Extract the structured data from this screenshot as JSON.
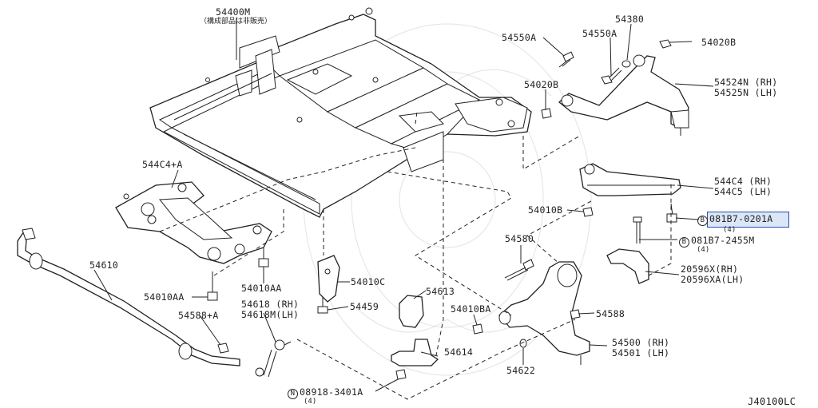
{
  "diagram_id": "J40100LC",
  "subtitle": "（構成部品は非販売）",
  "labels": {
    "l54400M": "54400M",
    "l54380": "54380",
    "l54550A_1": "54550A",
    "l54550A_2": "54550A",
    "l54020B_1": "54020B",
    "l54020B_2": "54020B",
    "l54524N": "54524N (RH)",
    "l54525N": "54525N (LH)",
    "l544C4A": "544C4+A",
    "l544C4": "544C4 (RH)",
    "l544C5": "544C5 (LH)",
    "l54010B": "54010B",
    "l081B7_0201A": "081B7-0201A",
    "q0201": "(4)",
    "l081B7_2455M": "081B7-2455M",
    "q2455": "(4)",
    "l54580": "54580",
    "l20596X": "20596X(RH)",
    "l20596XA": "20596XA(LH)",
    "l54610": "54610",
    "l54010AA_1": "54010AA",
    "l54010AA_2": "54010AA",
    "l54010C": "54010C",
    "l54618": "54618 (RH)",
    "l54618M": "54618M(LH)",
    "l54459": "54459",
    "l54613": "54613",
    "l54010BA": "54010BA",
    "l54588": "54588",
    "l54588A": "54588+A",
    "l54614": "54614",
    "l54500": "54500 (RH)",
    "l54501": "54501 (LH)",
    "l54622": "54622",
    "l08918": "08918-3401A",
    "q08918": "(4)"
  },
  "prefix_marks": {
    "b1": "B",
    "b2": "B",
    "n1": "N"
  },
  "highlight_color": "#2a4fb0"
}
